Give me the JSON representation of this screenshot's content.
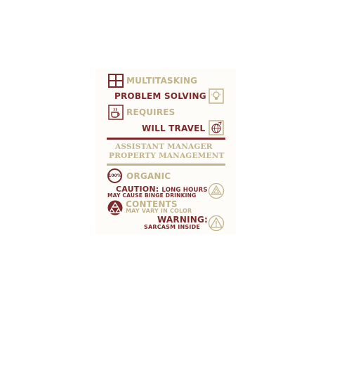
{
  "colors": {
    "maroon": "#7a2a2a",
    "tan": "#c2b38a",
    "background": "#ffffff"
  },
  "lines": {
    "l1": "MULTITASKING",
    "l2": "PROBLEM SOLVING",
    "l3": "REQUIRES",
    "l4": "WILL TRAVEL",
    "title1": "ASSISTANT MANAGER",
    "title2": "PROPERTY MANAGEMENT",
    "badge": "100%",
    "organic": "ORGANIC",
    "caution": "CAUTION:",
    "caution_small": "LONG HOURS",
    "caution_sub": "MAY CAUSE BINGE DRINKING",
    "contents": "CONTENTS",
    "contents_sub": "MAY VARY IN COLOR",
    "warning": "WARNING:",
    "warning_sub": "SARCASM INSIDE"
  },
  "icons": [
    "window-icon",
    "lightbulb-icon",
    "coffee-icon",
    "globe-icon",
    "badge-icon",
    "caution-triangle-icon",
    "recycle-icon",
    "warning-triangle-icon"
  ]
}
